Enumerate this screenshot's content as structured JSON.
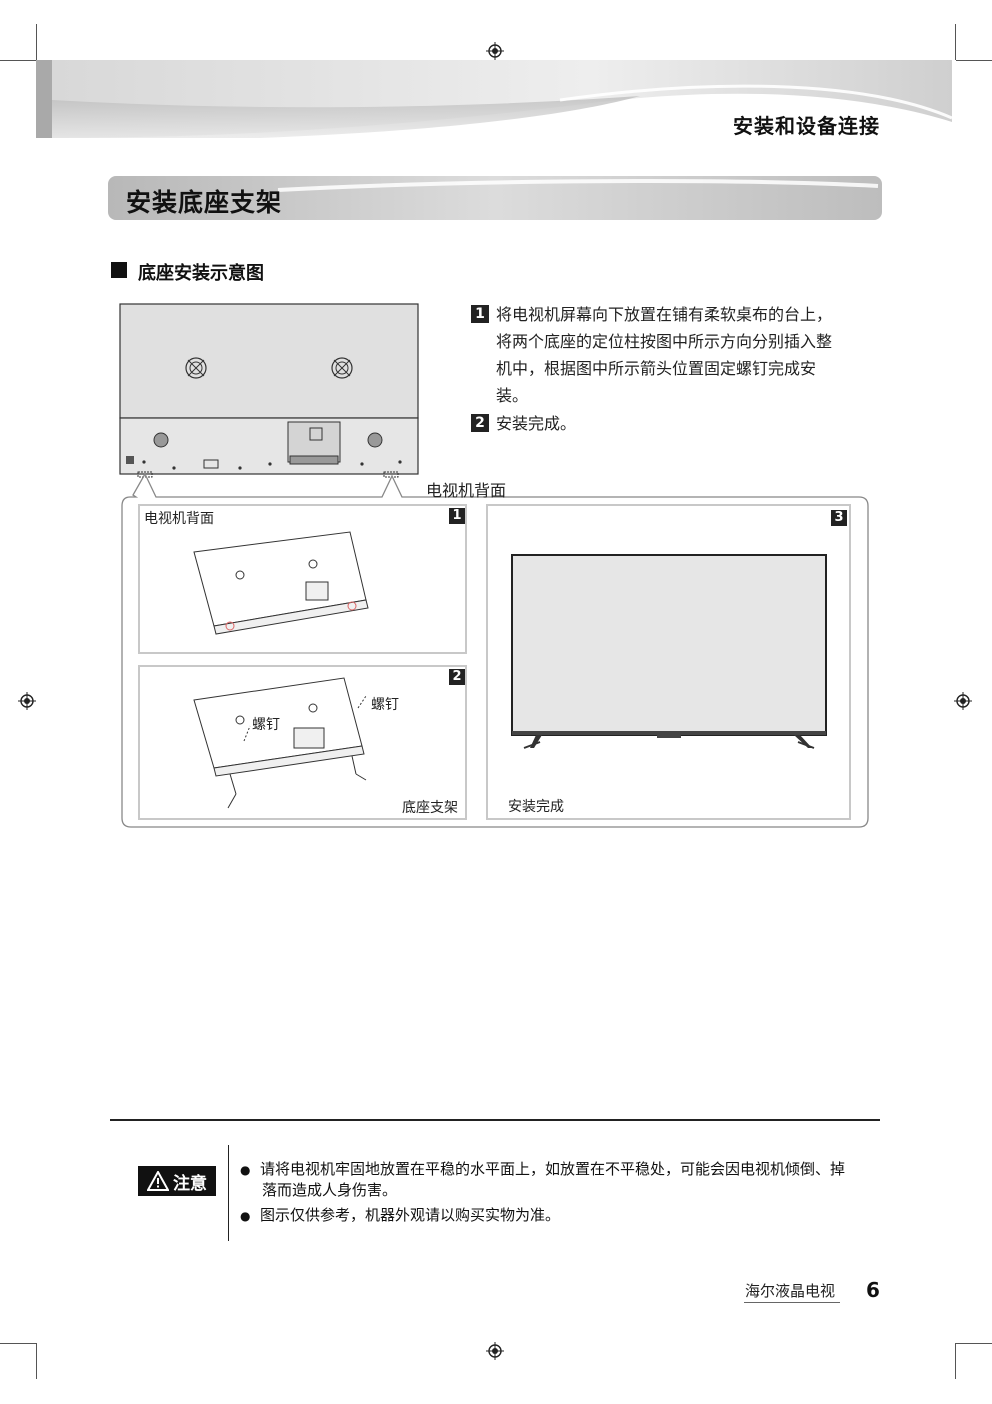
{
  "header": {
    "chapter_title": "安装和设备连接"
  },
  "section": {
    "title": "安装底座支架"
  },
  "subsection": {
    "title": "底座安装示意图"
  },
  "steps": [
    {
      "number": "1",
      "lines": [
        "将电视机屏幕向下放置在铺有柔软桌布的台上，",
        "将两个底座的定位柱按图中所示方向分别插入整",
        "机中，根据图中所示箭头位置固定螺钉完成安",
        "装。"
      ]
    },
    {
      "number": "2",
      "lines": [
        "安装完成。"
      ]
    }
  ],
  "diagram": {
    "tv_back_caption": "电视机背面",
    "panel1": {
      "number": "1",
      "label": "电视机背面"
    },
    "panel2": {
      "number": "2",
      "screw_label_left": "螺钉",
      "screw_label_right": "螺钉",
      "stand_label": "底座支架"
    },
    "panel3": {
      "number": "3",
      "label": "安装完成"
    }
  },
  "caution": {
    "badge_icon": "warning-triangle-icon",
    "badge_label": "注意",
    "notes": [
      {
        "lines": [
          "请将电视机牢固地放置在平稳的水平面上，如放置在不平稳处，可能会因电视机倾倒、掉",
          "落而造成人身伤害。"
        ]
      },
      {
        "lines": [
          "图示仅供参考，机器外观请以购买实物为准。"
        ]
      }
    ]
  },
  "footer": {
    "brand": "海尔液晶电视",
    "page_number": "6"
  }
}
